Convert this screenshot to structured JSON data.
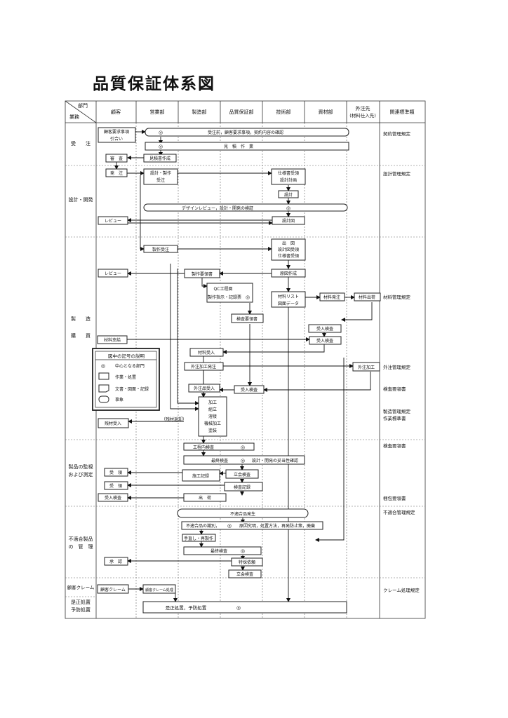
{
  "title": "品質保証体系図",
  "header": {
    "corner_top": "部門",
    "corner_bottom": "業務",
    "columns": [
      "顧客",
      "営業部",
      "製造部",
      "品質保証部",
      "技術部",
      "資材部",
      "外注先",
      "関連標準類"
    ],
    "column_sub": "(材料仕入先)"
  },
  "rows": [
    "受　　注",
    "設計・開発",
    "製　　造",
    "購　　買",
    "製品の監視",
    "および測定",
    "不適合製品",
    "の　管　理",
    "顧客クレーム",
    "是正処置",
    "予防処置"
  ],
  "standards": [
    "契約管理規定",
    "設計管理規定",
    "材料管理規定",
    "外注管理規定",
    "検査要領書",
    "製造管理規定",
    "作業標準書",
    "検査要領書",
    "梱包要領書",
    "不適合管理規定",
    "クレーム処理規定"
  ],
  "boxes": {
    "cust_req": "顧客要求事項",
    "cust_req2": "引合い",
    "review_pre": "受注前，顧客要求事項，契約内容の確認",
    "estimate": "見　積　作　業",
    "quote_doc": "見積書作成",
    "audit": "審　査",
    "order": "発　注",
    "design_order": "設計・製作",
    "design_order2": "受注",
    "spec_receive": "仕様書受領",
    "design_plan": "設計計画",
    "design": "設計",
    "design_review": "デザインレビュー，設計・開発の検証",
    "review1": "レビュー",
    "design_drawing": "設計図",
    "mfg_order": "製作受注",
    "out_drawing": "出　図",
    "recv_drawing": "設計図受領",
    "recv_spec": "仕様書受領",
    "review2": "レビュー",
    "mfg_spec": "製作要領書",
    "orig_drawing": "原図作成",
    "qc_process": "QC工程図",
    "qc_record": "製作指示・記録票",
    "material_list": "材料リスト",
    "drawing_data": "図面データ",
    "material_order": "材料発注",
    "material_ship": "材料出荷",
    "insp_spec": "検査要領書",
    "recv_insp1": "受入検査",
    "recv_insp2": "受入検査",
    "material_supply": "材料支給",
    "material_recv": "材料受入",
    "outsource_order": "外注加工発注",
    "outsource_process": "外注加工",
    "outsource_recv": "外注品受入",
    "recv_insp3": "受入検査",
    "proc1": "加工",
    "proc2": "組立",
    "proc3": "溶接",
    "proc4": "機械加工",
    "proc5": "塗装",
    "return_note": "（残材返却）",
    "residual_recv": "残材受入",
    "inprocess_insp": "工程内検査",
    "final_insp": "最終検査",
    "final_insp_note": "設計・開発の妥当性確認",
    "witness_insp": "立会検査",
    "work_record": "施工記録",
    "insp_record": "検査記録",
    "receive1": "受　領",
    "receive2": "受　領",
    "cust_recv_insp": "受入検査",
    "shipping": "出　荷",
    "nc_occur": "不適合品発生",
    "nc_identify": "不適合品の識別，",
    "nc_measures": "原因究明，処置方法，再発防止策，廃棄",
    "rework": "手直し・再製作",
    "final_insp2": "最終検査",
    "special_req": "特採依頼",
    "witness_insp2": "立会検査",
    "approval": "承　認",
    "claim": "顧客クレーム",
    "claim_handle": "顧客クレーム処理",
    "corrective": "是正処置，予防処置"
  },
  "legend": {
    "title": "図中の記号の説明",
    "items": [
      "中心となる部門",
      "作業・処置",
      "文書・図面・記録",
      "事象"
    ]
  },
  "symbols": {
    "center": "◎"
  }
}
